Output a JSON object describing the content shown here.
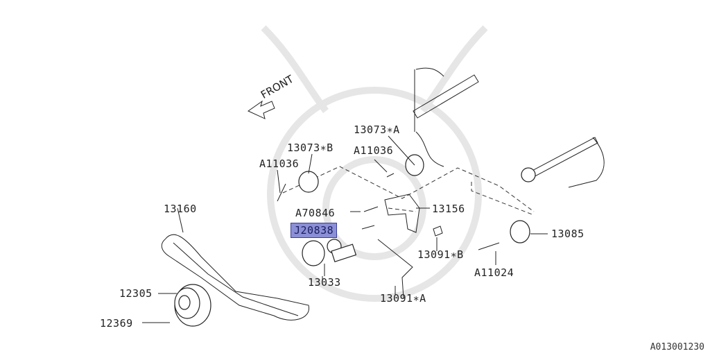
{
  "diagram": {
    "front_label": "FRONT",
    "reference_code": "A013001230",
    "highlight_color": "#8a8fd6",
    "labels": {
      "p13073A": "13073∗A",
      "p11036a": "A11036",
      "p13073B": "13073∗B",
      "p11036b": "A11036",
      "p13160": "13160",
      "p70846": "A70846",
      "p13156": "13156",
      "pJ20838": "J20838",
      "p13091B": "13091∗B",
      "p13085": "13085",
      "p11024": "A11024",
      "p13033": "13033",
      "p12305": "12305",
      "p13091A": "13091∗A",
      "p12369": "12369"
    }
  }
}
